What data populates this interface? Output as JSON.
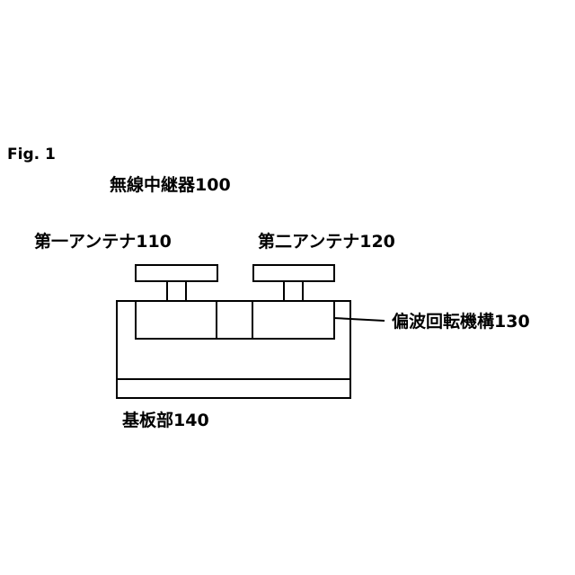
{
  "figure": {
    "fig_label": "Fig. 1",
    "title": "無線中継器100",
    "labels": {
      "first_antenna": "第一アンテナ110",
      "second_antenna": "第二アンテナ120",
      "polarization_rotator": "偏波回転機構130",
      "substrate": "基板部140"
    }
  },
  "colors": {
    "line": "#000000",
    "background": "#ffffff"
  }
}
